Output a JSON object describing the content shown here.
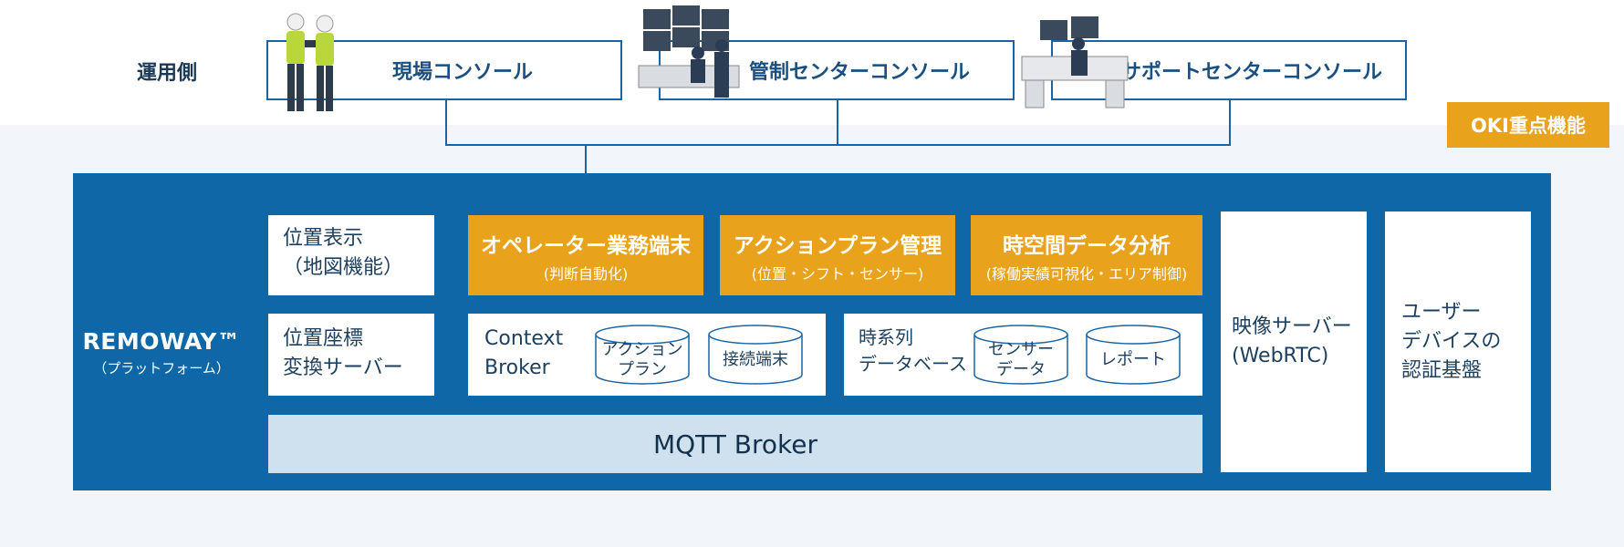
{
  "operation_label": "運用側",
  "consoles": [
    {
      "label": "現場コンソール"
    },
    {
      "label": "管制センターコンソール"
    },
    {
      "label": "サポートセンターコンソール"
    }
  ],
  "oki_badge": "OKI重点機能",
  "platform": {
    "name": "REMOWAY™",
    "sub": "（プラットフォーム）"
  },
  "position_display": {
    "line1": "位置表示",
    "line2": "（地図機能）"
  },
  "position_convert": {
    "line1": "位置座標",
    "line2": "変換サーバー"
  },
  "orange_boxes": [
    {
      "title": "オペレーター業務端末",
      "sub": "(判断自動化)"
    },
    {
      "title": "アクションプラン管理",
      "sub": "(位置・シフト・センサー)"
    },
    {
      "title": "時空間データ分析",
      "sub": "(稼働実績可視化・エリア制御)"
    }
  ],
  "context_broker": {
    "line1": "Context",
    "line2": "Broker",
    "db1": "アクション\nプラン",
    "db2": "接続端末"
  },
  "timeseries": {
    "line1": "時系列",
    "line2": "データベース",
    "db1": "センサー\nデータ",
    "db2": "レポート"
  },
  "mqtt": "MQTT Broker",
  "video_server": {
    "line1": "映像サーバー",
    "line2": "(WebRTC)"
  },
  "user_auth": {
    "line1": "ユーザー",
    "line2": "デバイスの",
    "line3": "認証基盤"
  },
  "colors": {
    "frame_blue": "#0f67a8",
    "console_border": "#1a64a5",
    "oki_orange": "#e8a21b",
    "mqtt_fill": "#cfe1ef"
  }
}
